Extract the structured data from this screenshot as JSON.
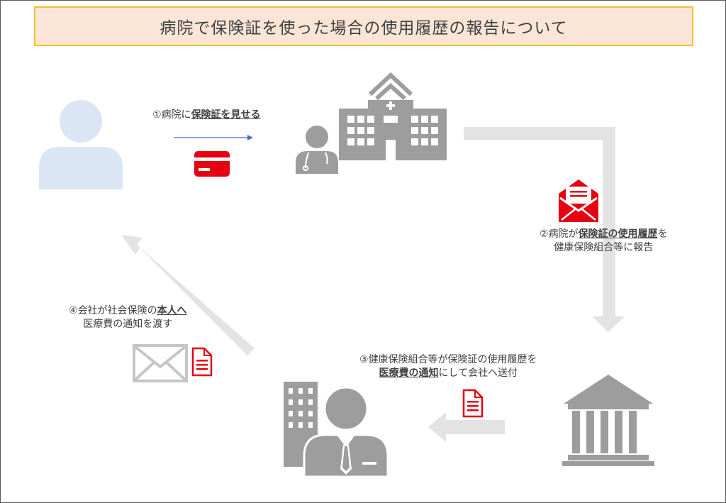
{
  "title": "病院で保険証を使った場合の使用履歴の報告について",
  "steps": [
    {
      "number": "①",
      "line1": {
        "pre": "病院に",
        "emph": "保険証を見せる",
        "post": ""
      }
    },
    {
      "number": "②",
      "line1": {
        "pre": "病院が",
        "emph": "保険証の使用履歴",
        "post": "を"
      },
      "line2": "健康保険組合等に報告"
    },
    {
      "number": "③",
      "line1": "健康保険組合等が保険証の使用履歴を",
      "line2": {
        "pre": "",
        "emph": "医療費の通知",
        "post": "にして会社へ送付"
      }
    },
    {
      "number": "④",
      "line1": {
        "pre": "会社が社会保険の",
        "emph": "本人へ",
        "post": ""
      },
      "line2": "医療費の通知を渡す"
    }
  ],
  "icons": {
    "person": "person-icon",
    "card": "insurance-card-icon",
    "doctor": "doctor-icon",
    "hospital": "hospital-icon",
    "letter_open": "open-envelope-icon",
    "insurer": "insurer-building-icon",
    "document": "document-icon",
    "company_office": "office-building-icon",
    "employer": "businessman-icon",
    "envelope": "envelope-icon"
  },
  "colors": {
    "title_bg": "#fbe5d6",
    "title_border": "#f2c12e",
    "accent_red": "#e60012",
    "icon_gray": "#9d9d9d",
    "arrow_light": "#e3e3e3",
    "person_blue": "#dae6f4",
    "arrow_blue": "#4472c4"
  }
}
